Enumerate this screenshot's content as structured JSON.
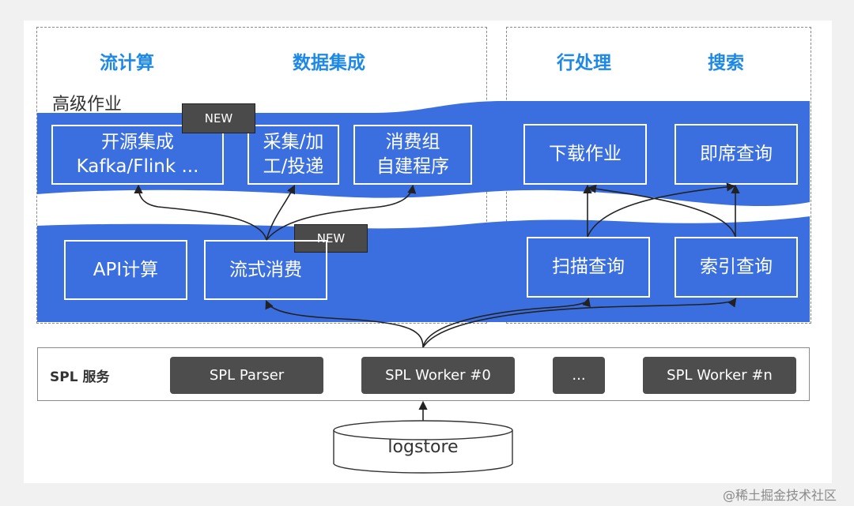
{
  "colors": {
    "accent": "#1e88e5",
    "band": "#3b6fe0",
    "button": "#4d4d4d"
  },
  "headers": {
    "stream_compute": "流计算",
    "data_integration": "数据集成",
    "row_processing": "行处理",
    "search": "搜索"
  },
  "advanced_jobs_label": "高级作业",
  "new_tag": "NEW",
  "top_left_boxes": [
    {
      "line1": "开源集成",
      "line2": "Kafka/Flink ..."
    },
    {
      "line1": "采集/加",
      "line2": "工/投递"
    },
    {
      "line1": "消费组",
      "line2": "自建程序"
    }
  ],
  "top_right_boxes": [
    "下载作业",
    "即席查询"
  ],
  "bottom_left_boxes": [
    "API计算",
    "流式消费"
  ],
  "bottom_right_boxes": [
    "扫描查询",
    "索引查询"
  ],
  "spl": {
    "label": "SPL 服务",
    "buttons": [
      "SPL Parser",
      "SPL Worker #0",
      "...",
      "SPL Worker #n"
    ]
  },
  "logstore": "logstore",
  "watermark": "@稀土掘金技术社区"
}
